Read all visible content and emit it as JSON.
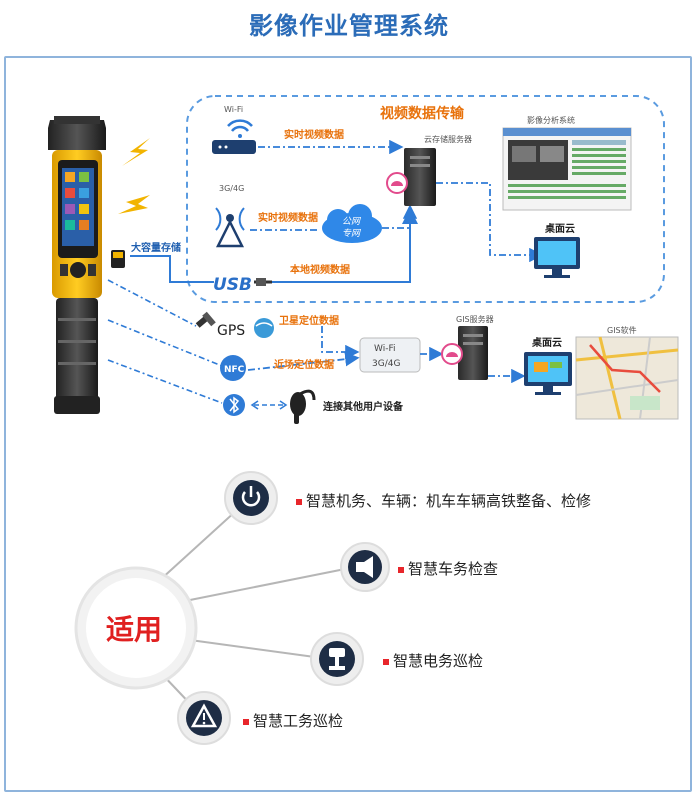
{
  "title": "影像作业管理系统",
  "diagram": {
    "video_box_title": "视频数据传输",
    "wifi_label": "Wi-Fi",
    "cellular_label": "3G/4G",
    "realtime_wifi": "实时视频数据",
    "realtime_cell": "实时视频数据",
    "local_video": "本地视频数据",
    "storage_label": "大容量存储",
    "usb_label": "USB",
    "cloud_label_1": "公网",
    "cloud_label_2": "专网",
    "cloud_server": "云存储服务器",
    "analysis_system": "影像分析系统",
    "desktop_cloud_top": "桌面云",
    "gps_label": "GPS",
    "satellite_data": "卫星定位数据",
    "nfc_label": "NFC",
    "nearfield_data": "近场定位数据",
    "bt_connect": "连接其他用户设备",
    "hub_wifi": "Wi-Fi",
    "hub_cell": "3G/4G",
    "gis_server": "GIS服务器",
    "desktop_cloud_bottom": "桌面云",
    "gis_software": "GIS软件"
  },
  "applicable": {
    "center_label": "适用",
    "items": [
      {
        "label": "智慧机务、车辆：机车车辆高铁整备、检修",
        "icon": "power-icon"
      },
      {
        "label": "智慧车务检查",
        "icon": "megaphone-icon"
      },
      {
        "label": "智慧电务巡检",
        "icon": "signal-icon"
      },
      {
        "label": "智慧工务巡检",
        "icon": "warning-icon"
      }
    ]
  },
  "colors": {
    "title": "#2b6cb8",
    "accent_orange": "#e8720c",
    "line_blue": "#2f7bd6",
    "bullet_red": "#e8262b",
    "center_red": "#e02020"
  }
}
